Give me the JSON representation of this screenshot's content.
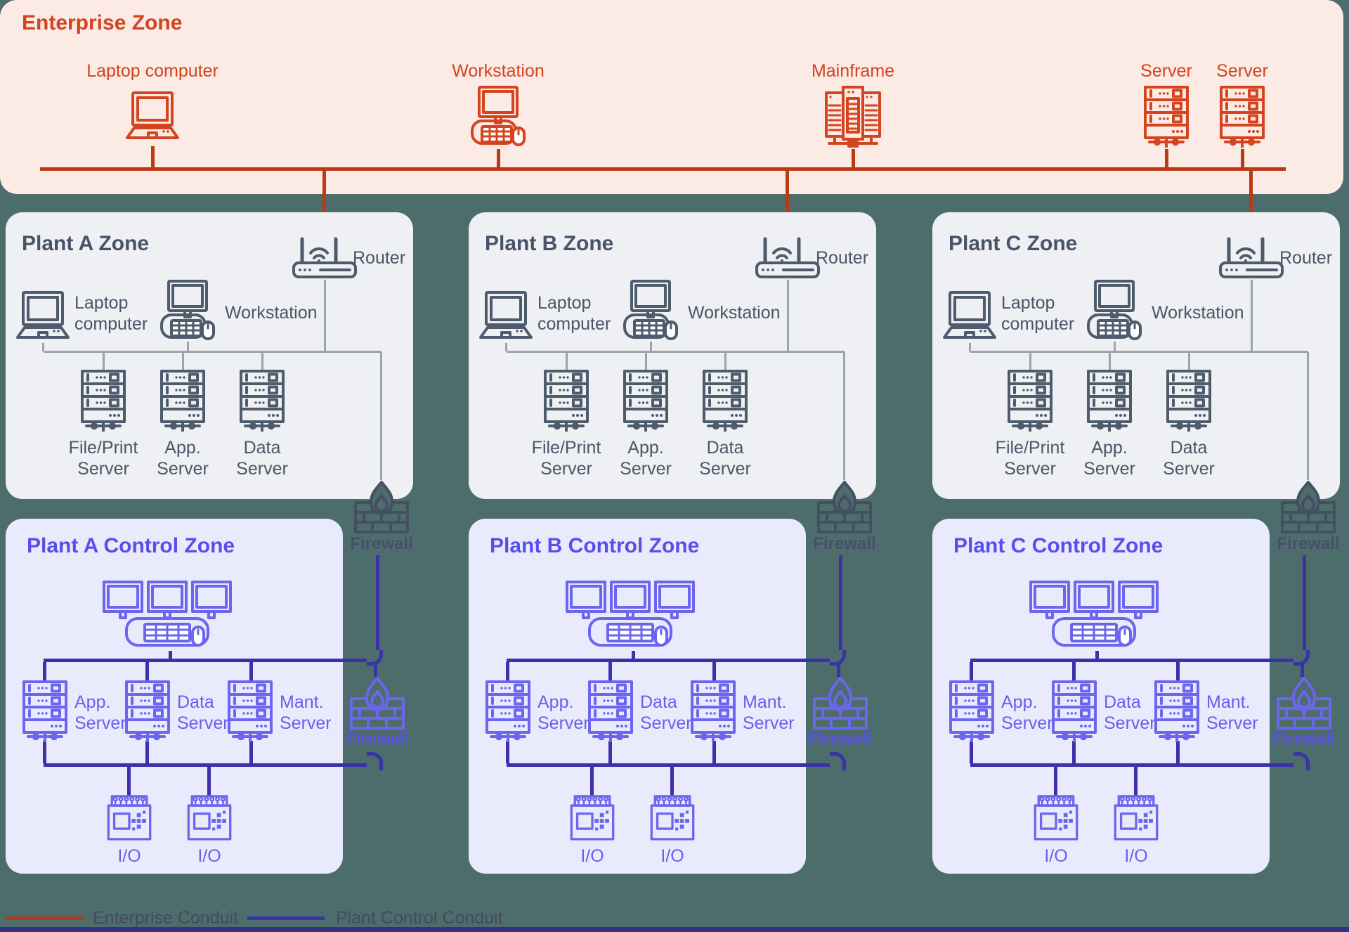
{
  "page": {
    "background_color": "#4d6c6c",
    "footer_bar_color": "#33337d"
  },
  "enterprise_zone": {
    "title": "Enterprise Zone",
    "bg_color": "#fceae4",
    "accent_color": "#d2431f",
    "conduit_color": "#b93a15",
    "devices": [
      {
        "label": "Laptop computer",
        "icon": "laptop-icon"
      },
      {
        "label": "Workstation",
        "icon": "workstation-icon"
      },
      {
        "label": "Mainframe",
        "icon": "mainframe-icon"
      },
      {
        "label": "Server",
        "icon": "server-icon"
      },
      {
        "label": "Server",
        "icon": "server-icon"
      }
    ]
  },
  "plant_labels": {
    "laptop_line1": "Laptop",
    "laptop_line2": "computer",
    "workstation": "Workstation",
    "router": "Router",
    "servers": [
      {
        "line1": "File/Print",
        "line2": "Server"
      },
      {
        "line1": "App.",
        "line2": "Server"
      },
      {
        "line1": "Data",
        "line2": "Server"
      }
    ],
    "firewall": "Firewall"
  },
  "control_labels": {
    "servers": [
      {
        "line1": "App.",
        "line2": "Server"
      },
      {
        "line1": "Data",
        "line2": "Server"
      },
      {
        "line1": "Mant.",
        "line2": "Server"
      }
    ],
    "firewall": "Firewall",
    "io": "I/O"
  },
  "plants": [
    {
      "zone_title": "Plant A Zone",
      "control_title": "Plant A Control Zone"
    },
    {
      "zone_title": "Plant B Zone",
      "control_title": "Plant B Control Zone"
    },
    {
      "zone_title": "Plant C Zone",
      "control_title": "Plant C Control Zone"
    }
  ],
  "zone_colors": {
    "plant_bg": "#eef0f3",
    "plant_text": "#47536a",
    "control_bg": "#e9ebfc",
    "control_text": "#584ee8",
    "control_conduit": "#3b32aa",
    "plant_line": "#9ba3ad"
  },
  "legend": [
    {
      "label": "Enterprise Conduit",
      "color": "#b93a15"
    },
    {
      "label": "Plant Control Conduit",
      "color": "#3b32aa"
    }
  ]
}
